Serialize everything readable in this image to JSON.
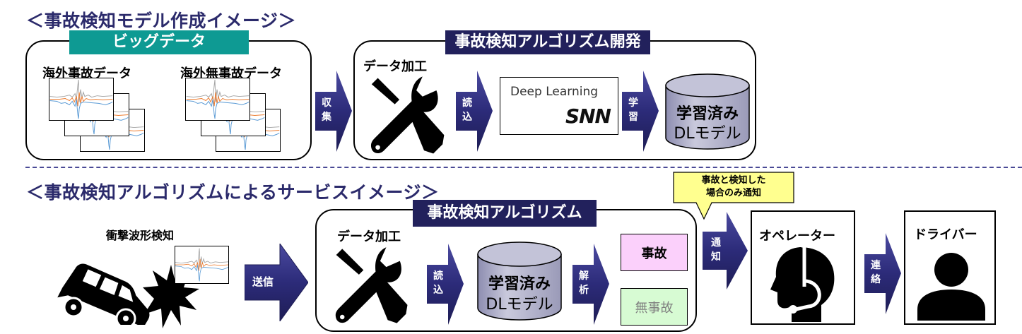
{
  "top_section": {
    "title": "＜事故検知モデル作成イメージ＞",
    "big_data_panel": {
      "banner": "ビッグデータ",
      "accident_label": "海外事故データ",
      "non_accident_label": "海外無事故データ"
    },
    "collect_arrow": [
      "収",
      "集"
    ],
    "dev_panel": {
      "banner": "事故検知アルゴリズム開発",
      "processing_label": "データ加工",
      "load_arrow": [
        "読",
        "込"
      ],
      "dl_box": {
        "title": "Deep Learning",
        "logo": "SNN"
      },
      "learn_arrow": [
        "学",
        "習"
      ],
      "model_db": {
        "line1": "学習済み",
        "line2": "DLモデル"
      }
    }
  },
  "bottom_section": {
    "title": "＜事故検知アルゴリズムによるサービスイメージ＞",
    "impact_label": "衝撃波形検知",
    "send_arrow": "送信",
    "algo_panel": {
      "banner": "事故検知アルゴリズム",
      "processing_label": "データ加工",
      "load_arrow": [
        "読",
        "込"
      ],
      "model_db": {
        "line1": "学習済み",
        "line2": "DLモデル"
      },
      "analyze_arrow": [
        "解",
        "析"
      ],
      "result_accident": "事故",
      "result_no_accident": "無事故"
    },
    "callout": {
      "line1": "事故と検知した",
      "line2": "場合のみ通知"
    },
    "notify_arrow": [
      "通",
      "知"
    ],
    "operator_box": {
      "label": "オペレーター",
      "icon": "headset-operator-icon"
    },
    "contact_arrow": [
      "連",
      "絡"
    ],
    "driver_box": {
      "label": "ドライバー",
      "icon": "person-icon"
    }
  },
  "colors": {
    "title_navy": "#2b2a6b",
    "banner_teal": "#0e9a93",
    "banner_navy": "#22215c",
    "arrow_navy": "#25246a",
    "accident_fill": "#fbd0fb",
    "no_accident_fill": "#d7fbd3",
    "no_accident_text": "#7f7f7f",
    "callout_fill": "#ffff8f",
    "divider": "#4a4a96"
  }
}
